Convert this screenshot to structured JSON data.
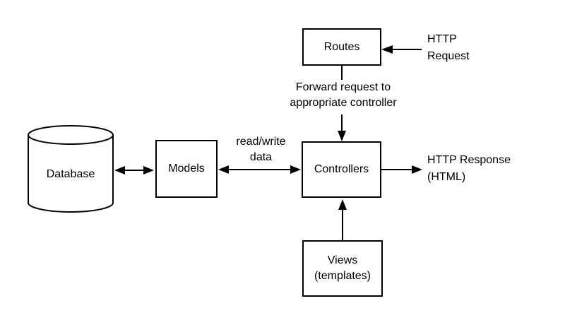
{
  "diagram": {
    "background_color": "#ffffff",
    "line_color": "#000000",
    "nodes": {
      "routes": {
        "label": "Routes"
      },
      "database": {
        "label": "Database"
      },
      "models": {
        "label": "Models"
      },
      "controllers": {
        "label": "Controllers"
      },
      "views": {
        "label": "Views (templates)"
      }
    },
    "annotations": {
      "http_request": "HTTP Request",
      "forward_request": "Forward request to appropriate controller",
      "read_write_data": "read/write data",
      "http_response": "HTTP Response (HTML)"
    }
  }
}
